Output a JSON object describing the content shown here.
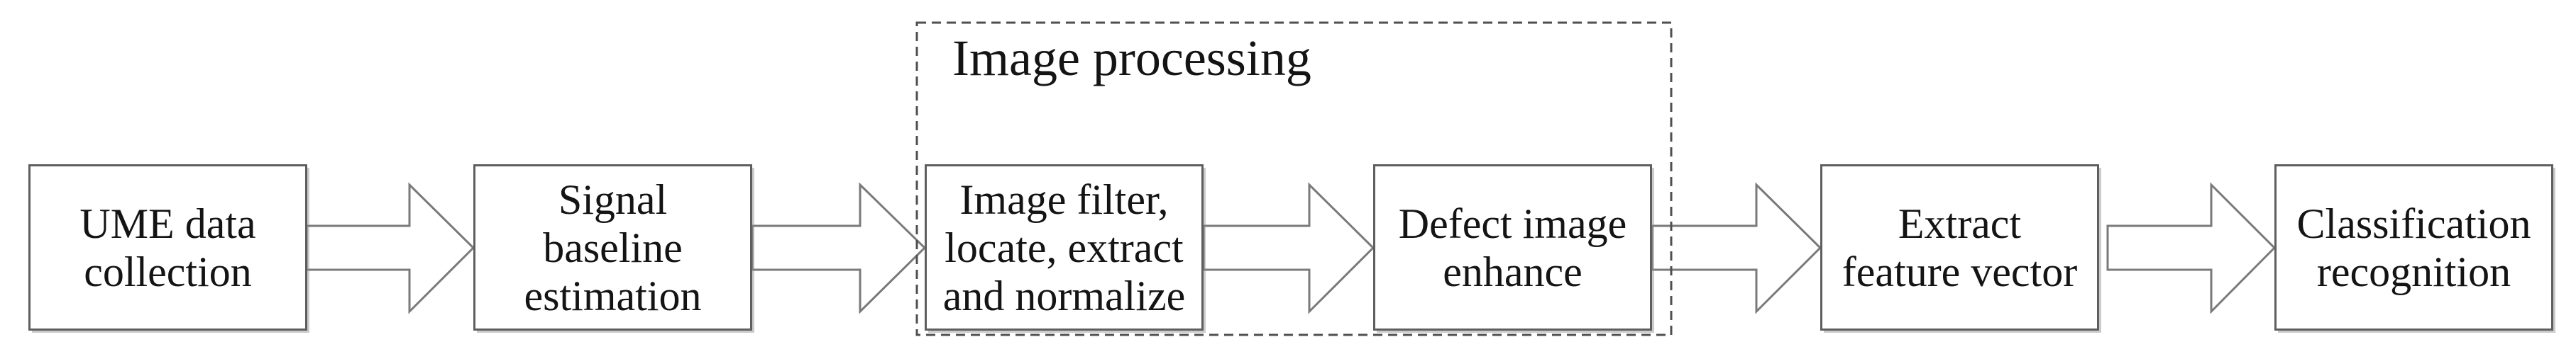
{
  "diagram": {
    "group_label": "Image processing",
    "boxes": [
      {
        "label": "UME data\ncollection"
      },
      {
        "label": "Signal\nbaseline\nestimation"
      },
      {
        "label": "Image filter,\nlocate, extract\nand normalize"
      },
      {
        "label": "Defect image\nenhance"
      },
      {
        "label": "Extract\nfeature vector"
      },
      {
        "label": "Classification\nrecognition"
      }
    ]
  },
  "colors": {
    "background": "#ffffff",
    "box_fill": "#ffffff",
    "box_border": "#5e5e5e",
    "arrow_stroke": "#7a7a7a",
    "dashed_border": "#4f4f4f",
    "text": "#141414"
  }
}
